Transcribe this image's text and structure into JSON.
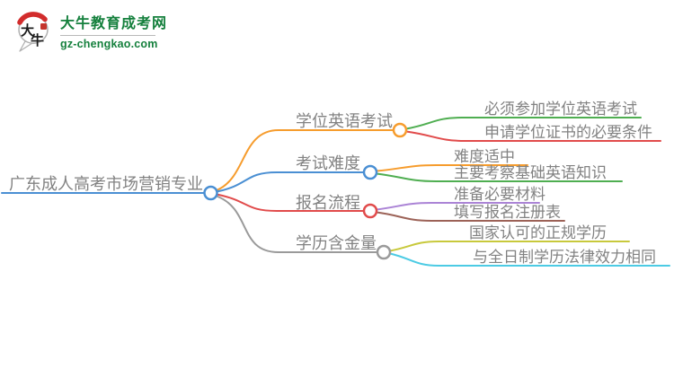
{
  "logo": {
    "icon_char_1": "大",
    "icon_char_2": "牛",
    "site_name": "大牛教育成考网",
    "site_domain": "gz-chengkao.com",
    "brand_green": "#15803d",
    "brand_red": "#d22c2c"
  },
  "mindmap": {
    "text_color": "#828282",
    "root": {
      "label": "广东成人高考市场营销专业",
      "color": "#4a8fd3"
    },
    "branches": [
      {
        "label": "学位英语考试",
        "color": "#f69c2d",
        "children": [
          {
            "label": "必须参加学位英语考试",
            "color": "#4fae51"
          },
          {
            "label": "申请学位证书的必要条件",
            "color": "#e14b4b"
          }
        ]
      },
      {
        "label": "考试难度",
        "color": "#4a8fd3",
        "children": [
          {
            "label": "难度适中",
            "color": "#f69c2d"
          },
          {
            "label": "主要考察基础英语知识",
            "color": "#4fae51"
          }
        ]
      },
      {
        "label": "报名流程",
        "color": "#e14b4b",
        "children": [
          {
            "label": "准备必要材料",
            "color": "#ab84d6"
          },
          {
            "label": "填写报名注册表",
            "color": "#9c6257"
          }
        ]
      },
      {
        "label": "学历含金量",
        "color": "#9a9a9a",
        "children": [
          {
            "label": "国家认可的正规学历",
            "color": "#c8c93c"
          },
          {
            "label": "与全日制学历法律效力相同",
            "color": "#4ccbe4"
          }
        ]
      }
    ]
  }
}
